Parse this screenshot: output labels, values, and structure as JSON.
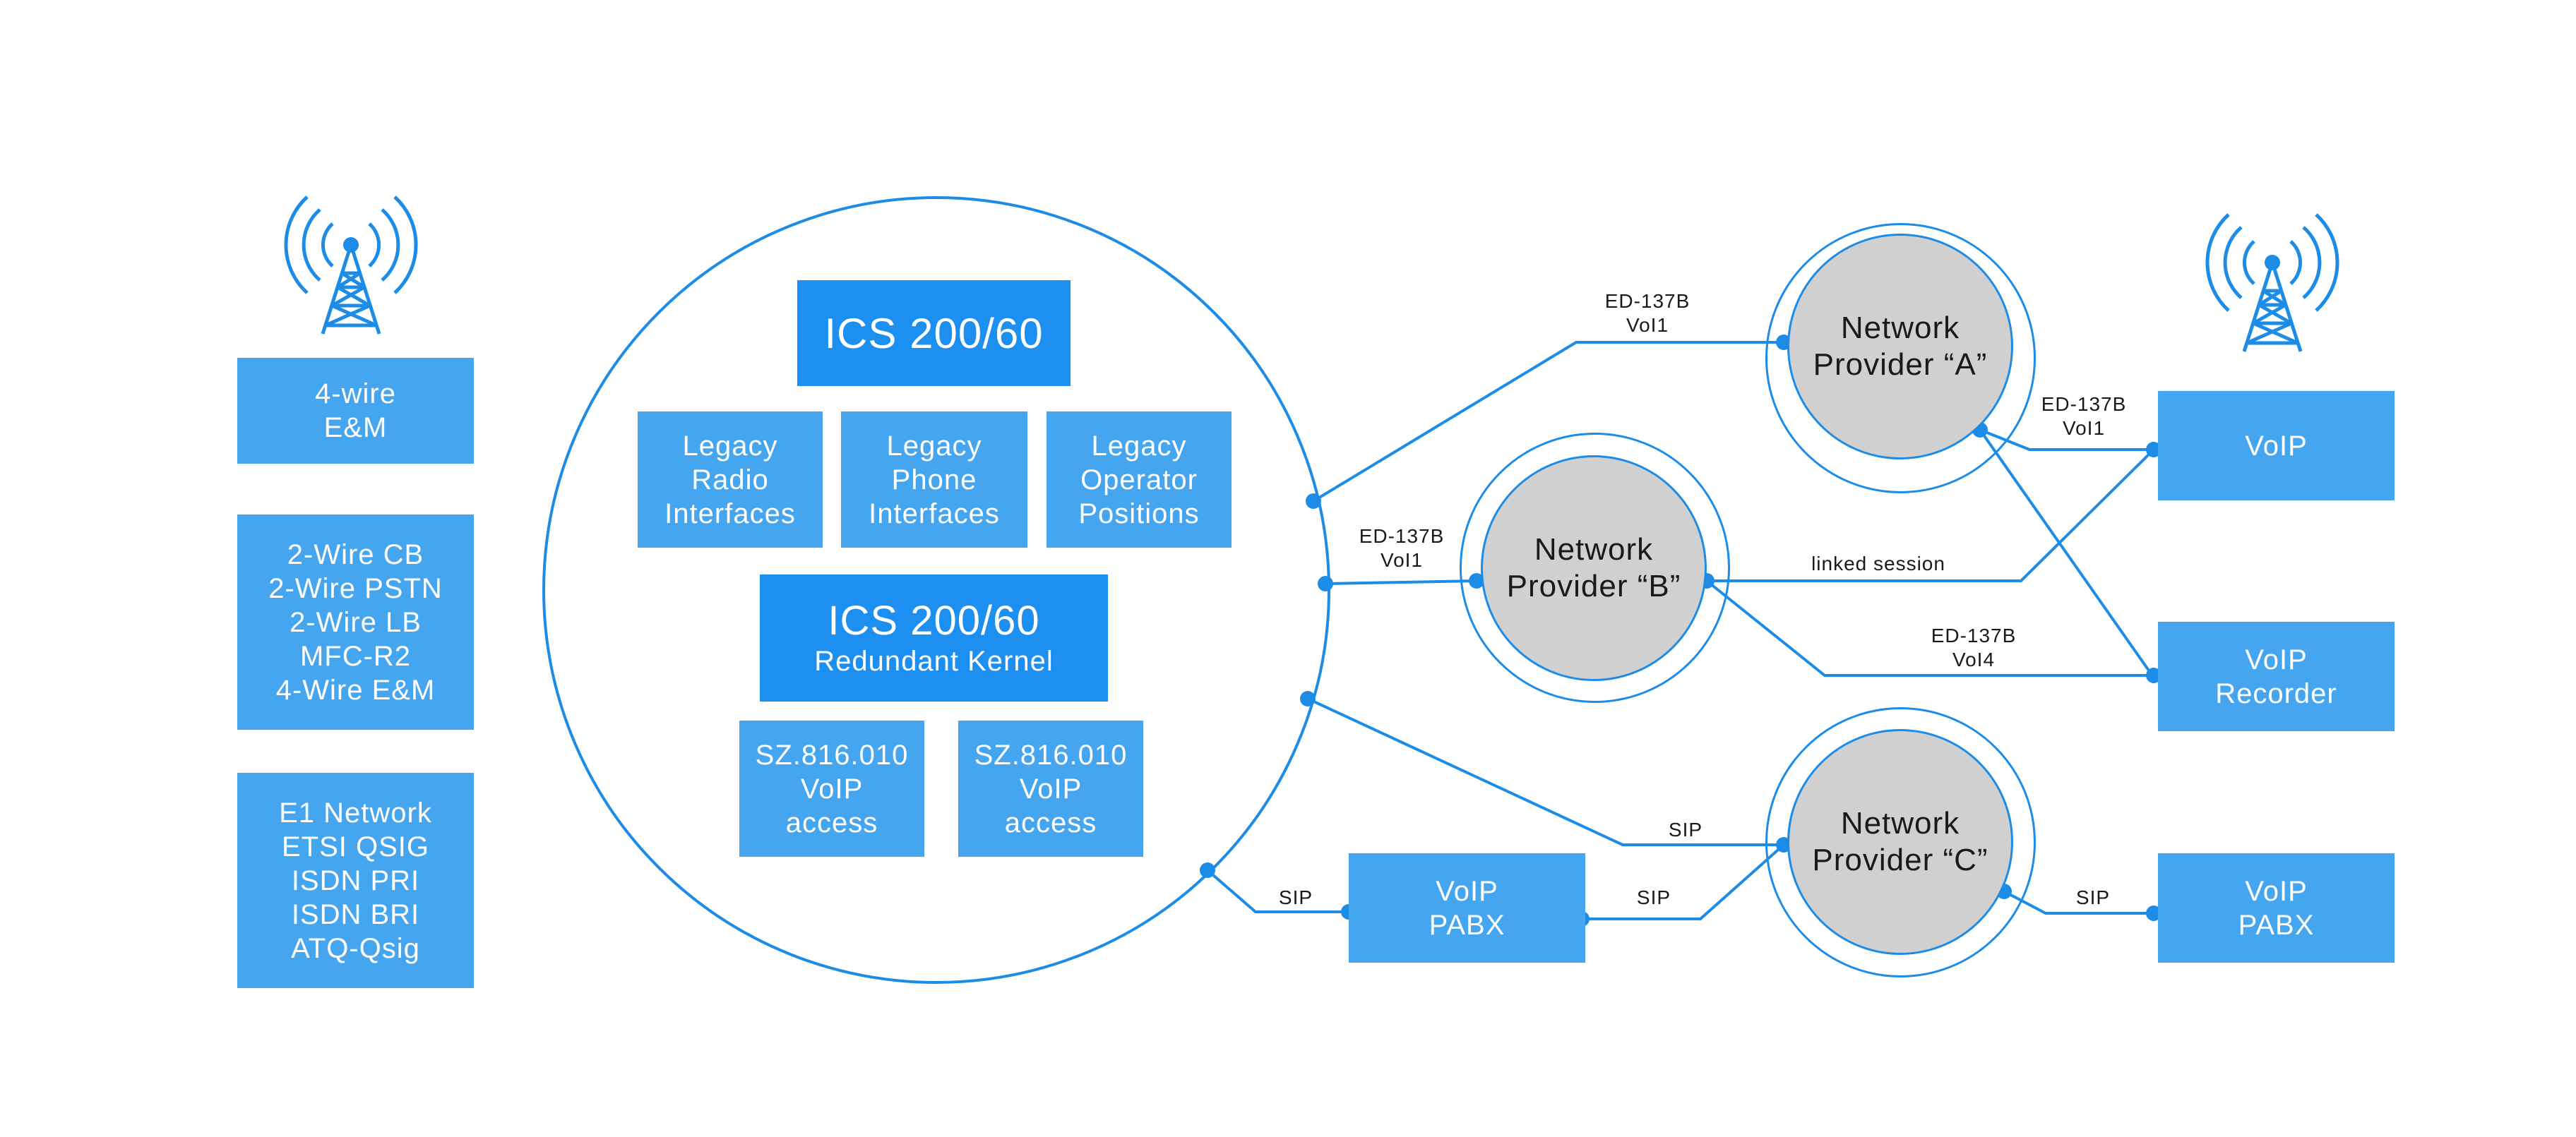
{
  "colors": {
    "accent": "#1c8ce6",
    "box_light": "#45a6ef",
    "box_dark": "#1d8ff0",
    "provider_fill": "#d0d0d0"
  },
  "icons": {
    "left_antenna": "radio-tower-icon",
    "right_antenna": "radio-tower-icon"
  },
  "left_boxes": [
    {
      "lines": [
        "4-wire",
        "E&M"
      ]
    },
    {
      "lines": [
        "2-Wire CB",
        "2-Wire PSTN",
        "2-Wire LB",
        "MFC-R2",
        "4-Wire E&M"
      ]
    },
    {
      "lines": [
        "E1 Network",
        "ETSI QSIG",
        "ISDN PRI",
        "ISDN BRI",
        "ATQ-Qsig"
      ]
    }
  ],
  "ics": {
    "title": "ICS 200/60",
    "legacy": [
      {
        "lines": [
          "Legacy",
          "Radio",
          "Interfaces"
        ]
      },
      {
        "lines": [
          "Legacy",
          "Phone",
          "Interfaces"
        ]
      },
      {
        "lines": [
          "Legacy",
          "Operator",
          "Positions"
        ]
      }
    ],
    "kernel": {
      "title": "ICS 200/60",
      "subtitle": "Redundant Kernel"
    },
    "access": [
      {
        "lines": [
          "SZ.816.010",
          "VoIP",
          "access"
        ]
      },
      {
        "lines": [
          "SZ.816.010",
          "VoIP",
          "access"
        ]
      }
    ]
  },
  "providers": {
    "a": {
      "lines": [
        "Network",
        "Provider “A”"
      ]
    },
    "b": {
      "lines": [
        "Network",
        "Provider “B”"
      ]
    },
    "c": {
      "lines": [
        "Network",
        "Provider “C”"
      ]
    }
  },
  "endpoints": {
    "voip": "VoIP",
    "recorder": {
      "lines": [
        "VoIP",
        "Recorder"
      ]
    },
    "pabx_left": {
      "lines": [
        "VoIP",
        "PABX"
      ]
    },
    "pabx_right": {
      "lines": [
        "VoIP",
        "PABX"
      ]
    }
  },
  "links": {
    "ics_to_a": [
      "ED-137B",
      "VoI1"
    ],
    "ics_to_b": [
      "ED-137B",
      "VoI1"
    ],
    "a_to_voip": [
      "ED-137B",
      "VoI1"
    ],
    "b_to_voip": "linked session",
    "b_to_recorder": [
      "ED-137B",
      "VoI4"
    ],
    "ics_to_c": "SIP",
    "ics_to_pabx": "SIP",
    "pabx_to_c": "SIP",
    "c_to_pabx": "SIP"
  }
}
